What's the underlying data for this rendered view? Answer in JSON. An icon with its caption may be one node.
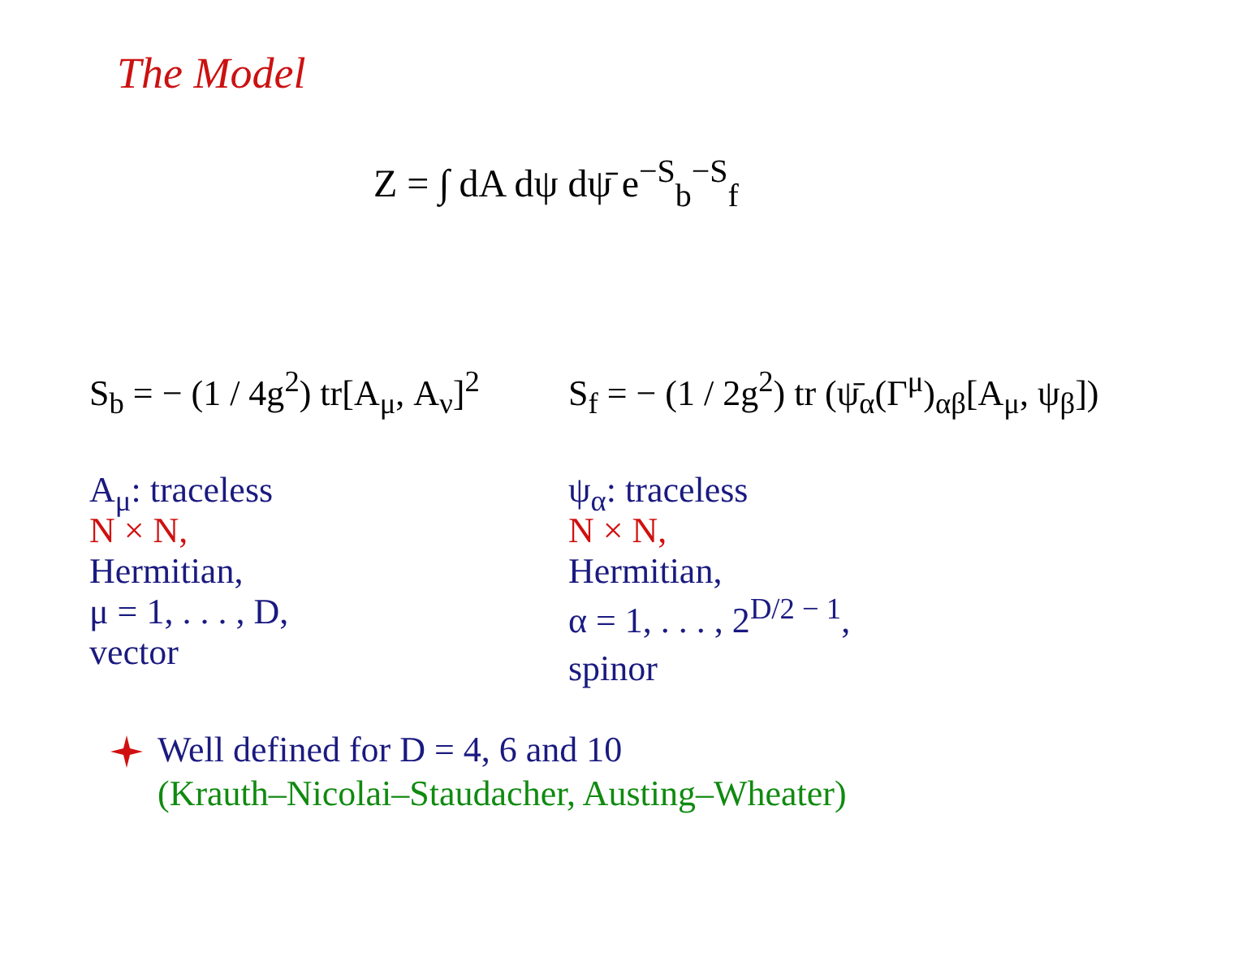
{
  "diagram": {
    "title": "The Model",
    "labels": [
      "Z = ∫ dA dψ dψ̄ e$^{−S}$$_{b}$$^{−S}$$_{f}$",
      "S$_{b}$ = − (1 / 4g$^{2}$) tr[A$_{μ}$, A$_{ν}$]$^{2}$",
      "S$_{f}$ = − (1 / 2g$^{2}$) tr (ψ̄$_{α}$(Γ$^{μ}$)$_{αβ}$[A$_{μ}$, ψ$_{β}$])",
      "A$_{μ}$: traceless",
      "N × N,",
      "Hermitian,",
      "μ = 1, . . . , D,",
      "vector",
      "ψ$_{α}$: traceless",
      "N × N,",
      "Hermitian,",
      "α = 1, . . . , 2$^{D/2 − 1}$,",
      "spinor",
      "Well defined for D = 4, 6 and 10",
      "(Krauth–Nicolai–Staudacher, Austing–Wheater)"
    ]
  }
}
